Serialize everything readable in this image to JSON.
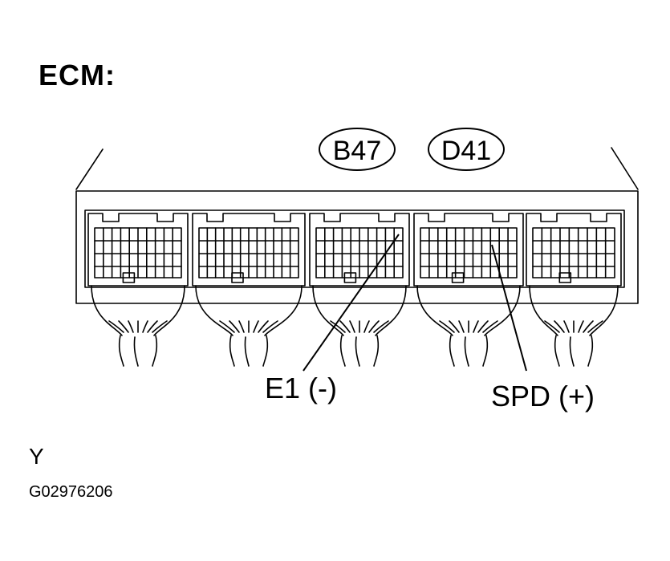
{
  "title": "ECM:",
  "connectors": [
    {
      "id": "B47"
    },
    {
      "id": "D41"
    }
  ],
  "terminals": {
    "e1": "E1  (-)",
    "spd": "SPD (+)"
  },
  "view_letter": "Y",
  "figure_code": "G02976206",
  "colors": {
    "line": "#000000",
    "background": "#ffffff"
  }
}
